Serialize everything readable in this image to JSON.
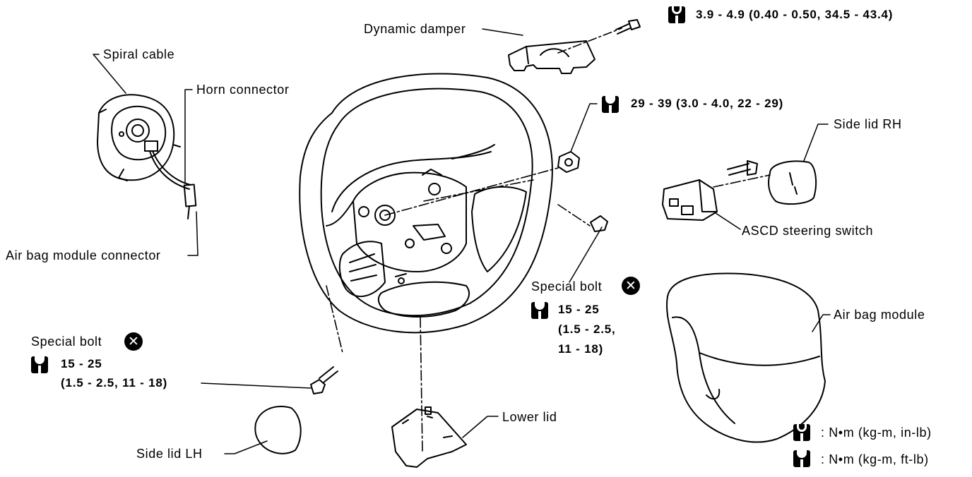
{
  "labels": {
    "dynamic_damper": "Dynamic damper",
    "spiral_cable": "Spiral cable",
    "horn_connector": "Horn connector",
    "air_bag_module_connector": "Air bag module connector",
    "side_lid_rh": "Side lid RH",
    "ascd_steering_switch": "ASCD steering switch",
    "special_bolt_right": "Special bolt",
    "special_bolt_left": "Special bolt",
    "air_bag_module": "Air bag module",
    "lower_lid": "Lower lid",
    "side_lid_lh": "Side lid LH"
  },
  "torques": {
    "damper_bolt": "3.9 - 4.9 (0.40 - 0.50, 34.5 - 43.4)",
    "wheel_nut": "29 - 39 (3.0 - 4.0, 22 - 29)",
    "right_bolt_line1": "15 - 25",
    "right_bolt_line2": "(1.5 - 2.5,",
    "right_bolt_line3": "11 - 18)",
    "left_bolt_line1": "15 - 25",
    "left_bolt_line2": "(1.5 - 2.5, 11 - 18)"
  },
  "symbols": {
    "replace_mark": "✕",
    "replace_icon": "x-circle-icon",
    "torque_icon": "torque-wrench-icon"
  },
  "legend": {
    "inlb": ": N•m (kg-m, in-lb)",
    "ftlb": ": N•m (kg-m, ft-lb)"
  }
}
